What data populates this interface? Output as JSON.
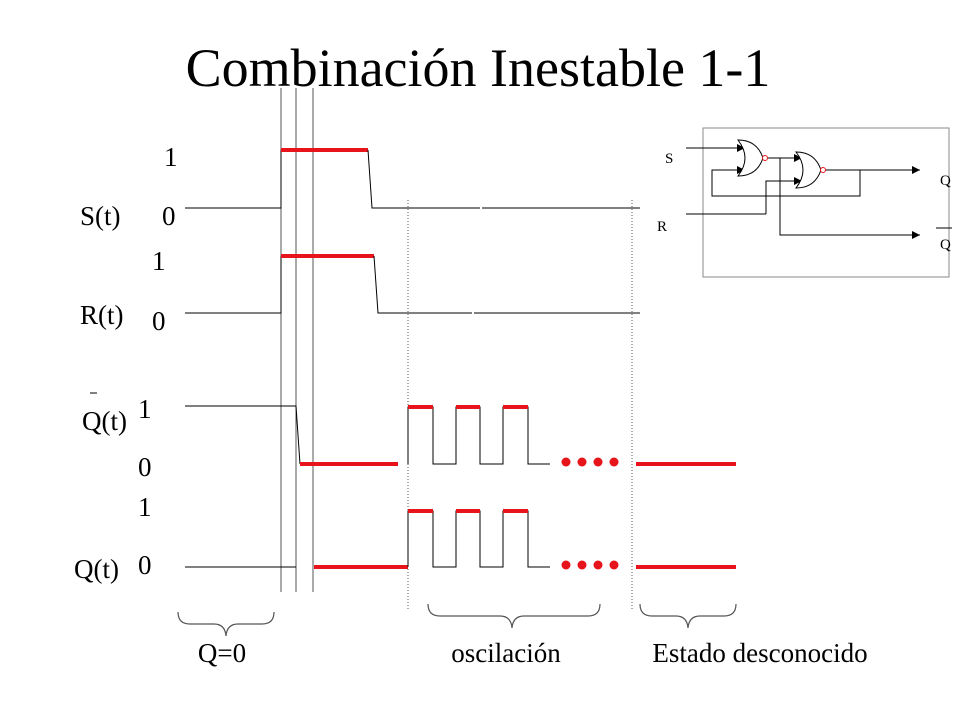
{
  "title": "Combinación Inestable 1-1",
  "colors": {
    "accent": "#e8141c",
    "line": "#000000",
    "guide": "#555555",
    "box": "#888888"
  },
  "signals": {
    "s_label": "S(t)",
    "r_label": "R(t)",
    "qbar_label": "Q(t)",
    "q_label": "Q(t)",
    "levels": {
      "s_one": "1",
      "s_zero": "0",
      "r_one": "1",
      "r_zero": "0",
      "qbar_one": "1",
      "qbar_zero": "0",
      "q_one": "1",
      "q_zero": "0"
    }
  },
  "annotations": {
    "q_zero": "Q=0",
    "oscillation": "oscilación",
    "unknown": "Estado desconocido"
  },
  "circuit": {
    "s": "S",
    "r": "R",
    "q": "Q",
    "qbar": "Q"
  }
}
